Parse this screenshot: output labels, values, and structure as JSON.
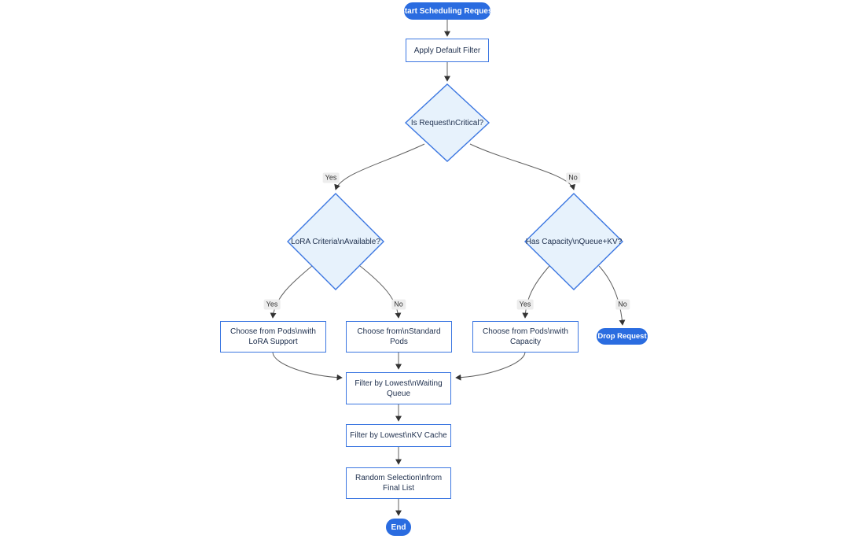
{
  "diagram": {
    "type": "flowchart",
    "direction": "top-down",
    "colors": {
      "background": "#ffffff",
      "terminal_fill": "#2a6ce0",
      "terminal_text": "#ffffff",
      "process_fill": "#ffffff",
      "process_border": "#3c77e1",
      "decision_fill": "#e7f2fc",
      "decision_border": "#3c77e1",
      "node_text": "#1e2f4d",
      "edge_stroke": "#606060",
      "arrowhead": "#333333",
      "edge_label_bg": "#ededed",
      "edge_label_text": "#333333"
    },
    "nodes": {
      "start": {
        "shape": "stadium",
        "label": "Start Scheduling Request"
      },
      "apply_filter": {
        "shape": "rect",
        "label": "Apply Default Filter"
      },
      "is_critical": {
        "shape": "decision",
        "label": "Is Request\\nCritical?"
      },
      "lora_available": {
        "shape": "decision",
        "label": "LoRA Criteria\\nAvailable?"
      },
      "has_capacity": {
        "shape": "decision",
        "label": "Has Capacity\\nQueue+KV?"
      },
      "choose_lora": {
        "shape": "rect",
        "label": "Choose from Pods\\nwith\nLoRA Support"
      },
      "choose_standard": {
        "shape": "rect",
        "label": "Choose from\\nStandard\nPods"
      },
      "choose_capacity": {
        "shape": "rect",
        "label": "Choose from Pods\\nwith\nCapacity"
      },
      "drop_request": {
        "shape": "stadium",
        "label": "Drop Request"
      },
      "filter_waiting": {
        "shape": "rect",
        "label": "Filter by Lowest\\nWaiting\nQueue"
      },
      "filter_kv": {
        "shape": "rect",
        "label": "Filter by Lowest\\nKV Cache"
      },
      "random_selection": {
        "shape": "rect",
        "label": "Random Selection\\nfrom\nFinal List"
      },
      "end": {
        "shape": "stadium",
        "label": "End"
      }
    },
    "edges": [
      {
        "from": "start",
        "to": "apply_filter",
        "label": ""
      },
      {
        "from": "apply_filter",
        "to": "is_critical",
        "label": ""
      },
      {
        "from": "is_critical",
        "to": "lora_available",
        "label": "Yes"
      },
      {
        "from": "is_critical",
        "to": "has_capacity",
        "label": "No"
      },
      {
        "from": "lora_available",
        "to": "choose_lora",
        "label": "Yes"
      },
      {
        "from": "lora_available",
        "to": "choose_standard",
        "label": "No"
      },
      {
        "from": "has_capacity",
        "to": "choose_capacity",
        "label": "Yes"
      },
      {
        "from": "has_capacity",
        "to": "drop_request",
        "label": "No"
      },
      {
        "from": "choose_lora",
        "to": "filter_waiting",
        "label": ""
      },
      {
        "from": "choose_standard",
        "to": "filter_waiting",
        "label": ""
      },
      {
        "from": "choose_capacity",
        "to": "filter_waiting",
        "label": ""
      },
      {
        "from": "filter_waiting",
        "to": "filter_kv",
        "label": ""
      },
      {
        "from": "filter_kv",
        "to": "random_selection",
        "label": ""
      },
      {
        "from": "random_selection",
        "to": "end",
        "label": ""
      }
    ]
  }
}
